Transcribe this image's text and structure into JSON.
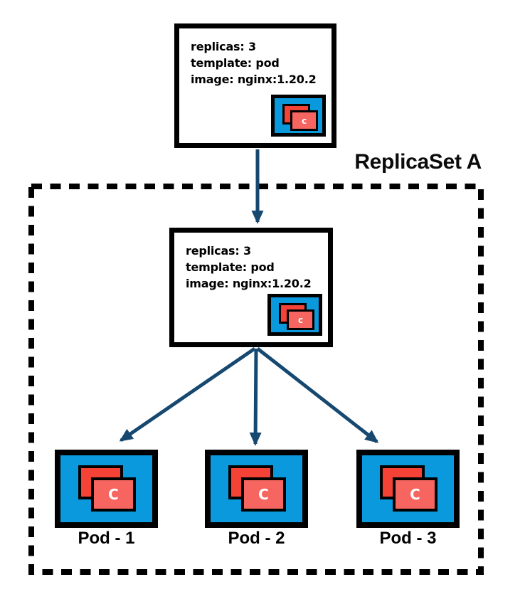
{
  "diagram_title": "ReplicaSet A",
  "deployment_spec": {
    "lines": [
      "replicas: 3",
      "template: pod",
      "image: nginx:1.20.2"
    ],
    "icon_letter": "c"
  },
  "replicaset_spec": {
    "lines": [
      "replicas: 3",
      "template: pod",
      "image: nginx:1.20.2"
    ],
    "icon_letter": "c"
  },
  "pods": [
    {
      "label": "Pod - 1",
      "icon_letter": "C"
    },
    {
      "label": "Pod - 2",
      "icon_letter": "C"
    },
    {
      "label": "Pod - 3",
      "icon_letter": "C"
    }
  ],
  "colors": {
    "arrow_navy": "#164870",
    "pod_blue": "#0a99dc",
    "container_back_red": "#f44237",
    "container_front_red": "#f66560",
    "outline_black": "#000000"
  }
}
